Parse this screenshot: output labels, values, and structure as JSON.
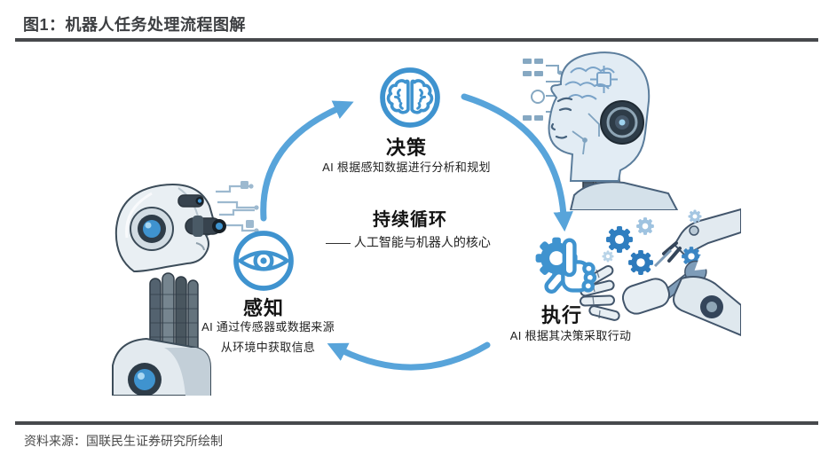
{
  "page": {
    "title": "图1：机器人任务处理流程图解",
    "source": "资料来源：国联民生证券研究所绘制"
  },
  "diagram": {
    "cycle_center": {
      "title": "持续循环",
      "subtitle": "—— 人工智能与机器人的核心"
    },
    "nodes": {
      "decision": {
        "icon": "brain-icon",
        "label": "决策",
        "description": "AI 根据感知数据进行分析和规划"
      },
      "perception": {
        "icon": "eye-icon",
        "label": "感知",
        "description_line1": "AI 通过传感器或数据来源",
        "description_line2": "从环境中获取信息"
      },
      "execution": {
        "icon": "gear-click-icon",
        "label": "执行",
        "description": "AI 根据其决策采取行动"
      }
    },
    "illustrations": {
      "left": "robot-head-profile-facing-right",
      "top_right": "robot-head-profile-facing-left",
      "bottom_right": "robot-hands-with-gears-and-wrench"
    },
    "colors": {
      "accent_blue": "#3f93cf",
      "arrow_blue": "#58a4da",
      "title_gray": "#3d3f42",
      "rule_gray": "#47494c",
      "source_gray": "#4a4a4a"
    }
  }
}
